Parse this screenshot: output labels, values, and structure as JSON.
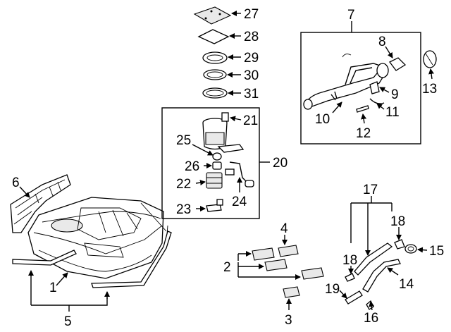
{
  "callouts": {
    "c1": "1",
    "c2": "2",
    "c3": "3",
    "c4": "4",
    "c5": "5",
    "c6": "6",
    "c7": "7",
    "c8": "8",
    "c9": "9",
    "c10": "10",
    "c11": "11",
    "c12": "12",
    "c13": "13",
    "c14": "14",
    "c15": "15",
    "c16": "16",
    "c17": "17",
    "c18a": "18",
    "c18b": "18",
    "c19": "19",
    "c20": "20",
    "c21": "21",
    "c22": "22",
    "c23": "23",
    "c24": "24",
    "c25": "25",
    "c26": "26",
    "c27": "27",
    "c28": "28",
    "c29": "29",
    "c30": "30",
    "c31": "31"
  }
}
